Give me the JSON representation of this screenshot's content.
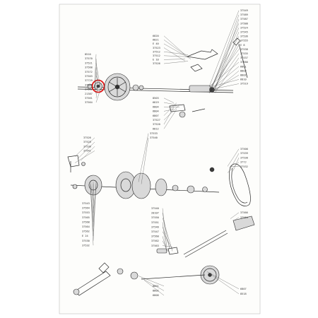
{
  "diagram": {
    "highlight_color": "#e01616",
    "labels_left_top": [
      "8510",
      "37570",
      "37521",
      "37568",
      "37572",
      "37503",
      "37729",
      "37561",
      "37562",
      "21387",
      "37561",
      "37564"
    ],
    "labels_left_mid": [
      "37526",
      "37525",
      "37530",
      "37541"
    ],
    "labels_left_low": [
      "37543",
      "37564",
      "37553",
      "37565",
      "37568",
      "37564",
      "37562",
      "E 24",
      "37530",
      "37532"
    ],
    "labels_center_top": [
      "6820",
      "6821",
      "E 40",
      "37523",
      "37512",
      "37512",
      "E 10",
      "37526"
    ],
    "labels_center_mid": [
      "8503",
      "6819",
      "6804",
      "6804",
      "6807",
      "37527",
      "37520",
      "6812"
    ],
    "labels_center_mid2": [
      "37533",
      "37540"
    ],
    "labels_center_low": [
      "37540",
      "20107",
      "37550",
      "37551",
      "37546",
      "37547",
      "37560",
      "37562",
      "37563"
    ],
    "labels_center_bottom": [
      "8801",
      "8802",
      "6808"
    ],
    "labels_right_top": [
      "37549",
      "37589",
      "37587",
      "37588",
      "37524",
      "37545",
      "37536",
      "37555",
      "E 8",
      "37538",
      "37535",
      "37537",
      "37580",
      "6801",
      "8803",
      "8802",
      "6810",
      "37519"
    ],
    "labels_right_mid": [
      "37500",
      "37539",
      "37538",
      "377J",
      "37532"
    ],
    "labels_right_mid2": [
      "37566",
      "37564"
    ],
    "labels_right_low": [
      "6807",
      "8518"
    ]
  }
}
